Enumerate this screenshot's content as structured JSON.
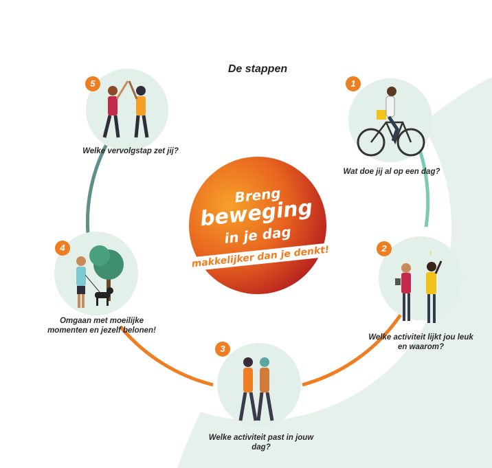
{
  "title": "De stappen",
  "center": {
    "line1": "Breng",
    "line2": "beweging",
    "line3": "in je dag",
    "tagline": "makkelijker dan je denkt!"
  },
  "steps": [
    {
      "number": "1",
      "caption": "Wat doe jij al op een dag?",
      "icon": "cyclist-icon"
    },
    {
      "number": "2",
      "caption_line1": "Welke activiteit lijkt jou leuk",
      "caption_line2": "en waarom?",
      "icon": "idea-people-icon"
    },
    {
      "number": "3",
      "caption_line1": "Welke activiteit past in jouw",
      "caption_line2": "dag?",
      "icon": "walking-women-icon"
    },
    {
      "number": "4",
      "caption_line1": "Omgaan met moeilijke",
      "caption_line2": "momenten en jezelf belonen!",
      "icon": "dog-walker-icon"
    },
    {
      "number": "5",
      "caption": "Welke vervolgstap zet jij?",
      "icon": "high-five-icon"
    }
  ],
  "colors": {
    "accent_orange": "#ef7e22",
    "teal": "#7cc9b4",
    "dark_teal": "#5e8f88",
    "mint_background": "#e6f1ec",
    "circle_fill": "#e3efe9"
  }
}
